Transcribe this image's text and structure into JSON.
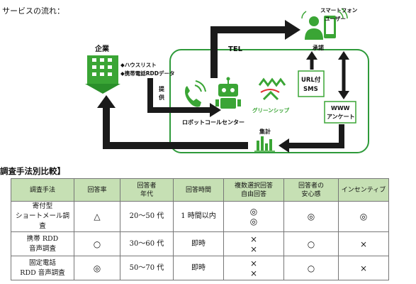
{
  "page": {
    "service_flow_title": "サービスの流れ：",
    "compare_heading": "調査手法別比較】"
  },
  "diagram": {
    "company_label": "企業",
    "company_bullets": [
      "◆ハウスリスト",
      "◆携帯電話RDDデータ"
    ],
    "provide_label": "提\n供",
    "tel_label": "TEL",
    "smartphone_label_1": "スマートフォン",
    "smartphone_label_2": "ユーザー",
    "consent_label": "承諾",
    "url_sms_label_1": "URL付",
    "url_sms_label_2": "SMS",
    "www_label_1": "WWW",
    "www_label_2": "アンケート",
    "robot_center_label": "ロボットコールセンター",
    "green_ship_label": "グリーンシップ",
    "aggregate_label": "集計",
    "colors": {
      "green": "#3aa535",
      "dark": "#1a1a1a",
      "frame": "#2e9a3a"
    }
  },
  "table": {
    "headers": [
      "調査手法",
      "回答率",
      "回答者\n年代",
      "回答時間",
      "複数選択回答\n自由回答",
      "回答者の\n安心感",
      "インセンティブ"
    ],
    "rows": [
      {
        "method": "寄付型\nショートメール調査",
        "rate": "△",
        "age": "20～50 代",
        "time": "1 時間以内",
        "multi": "◎\n◎",
        "trust": "◎",
        "incentive": "◎"
      },
      {
        "method": "携帯 RDD\n音声調査",
        "rate": "○",
        "age": "30～60 代",
        "time": "即時",
        "multi": "×\n×",
        "trust": "○",
        "incentive": "×"
      },
      {
        "method": "固定電話\nRDD 音声調査",
        "rate": "◎",
        "age": "50～70 代",
        "time": "即時",
        "multi": "×\n×",
        "trust": "○",
        "incentive": "×"
      }
    ]
  }
}
